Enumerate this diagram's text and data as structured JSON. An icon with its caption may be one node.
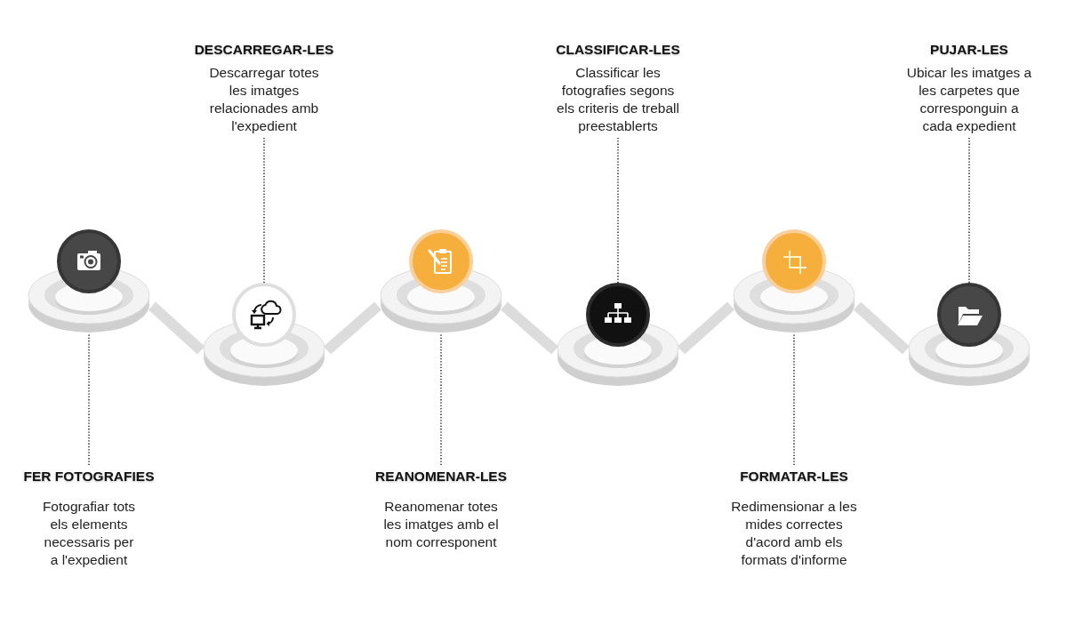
{
  "diagram": {
    "nodes": [
      {
        "text": [],
        "shape": "circle"
      },
      {
        "text": [
          "FER FOTOGRAFIES",
          "Fotografiar tots els elements necessaris per a l'expedient"
        ]
      },
      {
        "text": [],
        "shape": "circle"
      },
      {
        "text": [
          "DESCARREGAR-LES",
          "Descarregar totes les imatges relacionades amb l'expedient"
        ]
      },
      {
        "text": [],
        "shape": "circle"
      },
      {
        "text": [
          "REANOMENAR-LES",
          "Reanomenar totes les imatges amb el nom corresponent"
        ]
      },
      {
        "text": [],
        "shape": "circle"
      },
      {
        "text": [
          "CLASSIFICAR-LES",
          "Classificar les fotografies segons els criteris de treball preestablerts"
        ]
      },
      {
        "text": [],
        "shape": "circle"
      },
      {
        "text": [
          "FORMATAR-LES",
          "Redimensionar a les mides correctes d'acord amb els formats d'informe"
        ]
      },
      {
        "text": [],
        "shape": "circle"
      },
      {
        "text": [
          "PUJAR-LES",
          "Ubicar les imatges a les carpetes que corresponguin a cada expedient"
        ]
      }
    ],
    "edges": [
      {
        "from": 0,
        "to": 2,
        "arrow": "none",
        "style": "thick",
        "color": "#dcdcdc"
      },
      {
        "from": 2,
        "to": 4,
        "arrow": "none",
        "style": "thick",
        "color": "#dcdcdc"
      },
      {
        "from": 4,
        "to": 6,
        "arrow": "none",
        "style": "thick",
        "color": "#dcdcdc"
      },
      {
        "from": 6,
        "to": 8,
        "arrow": "none",
        "style": "thick",
        "color": "#dcdcdc"
      },
      {
        "from": 8,
        "to": 10,
        "arrow": "none",
        "style": "thick",
        "color": "#dcdcdc"
      },
      {
        "from": 1,
        "to": 0,
        "arrow": "none",
        "style": "dashed"
      },
      {
        "from": 3,
        "to": 2,
        "arrow": "none",
        "style": "dashed"
      },
      {
        "from": 5,
        "to": 4,
        "arrow": "none",
        "style": "dashed"
      },
      {
        "from": 7,
        "to": 6,
        "arrow": "none",
        "style": "dashed"
      },
      {
        "from": 9,
        "to": 8,
        "arrow": "none",
        "style": "dashed"
      },
      {
        "from": 11,
        "to": 10,
        "arrow": "none",
        "style": "dashed"
      }
    ]
  }
}
